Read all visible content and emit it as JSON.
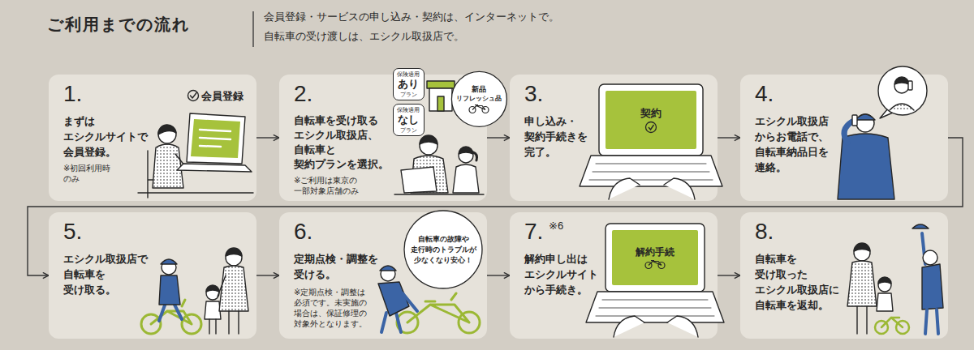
{
  "diagram": {
    "title": "ご利用までの流れ",
    "nodes": [
      {
        "text": [
          "1.",
          "まずは エシクルサイトで 会員登録。",
          "※初回利用時 のみ"
        ]
      },
      {
        "text": [
          "2.",
          "自転車を受け取る エシクル取扱店、 自転車と 契約プランを選択。",
          "※ご利用は東京の 一部対象店舗のみ"
        ]
      },
      {
        "text": [
          "保険適用",
          "あり",
          "プラン"
        ],
        "in": 1
      },
      {
        "text": [
          "保険適用",
          "なし",
          "プラン"
        ],
        "in": 1
      },
      {
        "text": [
          "新品",
          "リフレッシュ品"
        ],
        "in": 1
      },
      {
        "text": [
          "3.",
          "申し込み・ 契約手続きを 完了。"
        ]
      },
      {
        "text": [
          "契約"
        ],
        "in": 5
      },
      {
        "text": [
          "4.",
          "エシクル取扱店 からお電話で、 自転車納品日を 連絡。"
        ]
      },
      {
        "text": [
          "5.",
          "エシクル取扱店で 自転車を 受け取る。"
        ]
      },
      {
        "text": [
          "6.",
          "定期点検・調整を 受ける。",
          "※定期点検・調整は 必須です。未実施の 場合は、保証修理の 対象外となります。"
        ]
      },
      {
        "text": [
          "自転車の故障や 走行時のトラブルが 少なくなり安心！"
        ],
        "in": 9
      },
      {
        "text": [
          "7.",
          "※6",
          "解約申し出は エシクルサイト から手続き。"
        ]
      },
      {
        "text": [
          "解約手続"
        ],
        "in": 11
      },
      {
        "text": [
          "8.",
          "自転車を 受け取った エシクル取扱店に 自転車を返却。"
        ]
      }
    ],
    "edges": [
      {
        "from": 0,
        "to": 1,
        "arrow": "to"
      },
      {
        "from": 1,
        "to": 5,
        "arrow": "to"
      },
      {
        "from": 5,
        "to": 7,
        "arrow": "to"
      },
      {
        "from": 7,
        "to": 8,
        "arrow": "to"
      },
      {
        "from": 8,
        "to": 9,
        "arrow": "to"
      },
      {
        "from": 9,
        "to": 11,
        "arrow": "to"
      },
      {
        "from": 11,
        "to": 13,
        "arrow": "to"
      }
    ],
    "labels": [
      "会員登録・サービスの申し込み・契約は、インターネットで。",
      "自転車の受け渡しは、エシクル取扱店で。",
      "会員登録"
    ]
  }
}
